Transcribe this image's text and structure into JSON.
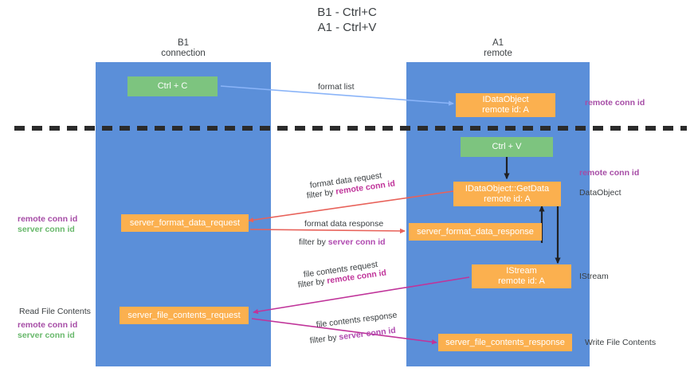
{
  "diagram": {
    "title_line1": "B1 - Ctrl+C",
    "title_line2": "A1 - Ctrl+V",
    "colors": {
      "lane": "#5b8fd9",
      "green_node": "#7dc47f",
      "orange_node": "#fbb04f",
      "purple_text": "#a64ca6",
      "magenta_text": "#c0349a",
      "green_text": "#68b86b",
      "divider": "#2b2b2b",
      "arrow_blue": "#8ab4f8",
      "arrow_red": "#e8625a",
      "arrow_magenta": "#c0349a",
      "arrow_dark": "#202124"
    },
    "columns": [
      {
        "name": "B1",
        "role": "connection"
      },
      {
        "name": "A1",
        "role": "remote"
      }
    ],
    "nodes": [
      {
        "id": "ctrl-c",
        "type": "green",
        "line1": "Ctrl + C",
        "line2": ""
      },
      {
        "id": "idataobject",
        "type": "orange",
        "line1": "IDataObject",
        "line2": "remote id: A"
      },
      {
        "id": "ctrl-v",
        "type": "green",
        "line1": "Ctrl + V",
        "line2": ""
      },
      {
        "id": "getdata",
        "type": "orange",
        "line1": "IDataObject::GetData",
        "line2": "remote id: A"
      },
      {
        "id": "server-format-data-request",
        "type": "orange",
        "line1": "server_format_data_request",
        "line2": ""
      },
      {
        "id": "server-format-data-response",
        "type": "orange",
        "line1": "server_format_data_response",
        "line2": ""
      },
      {
        "id": "istream",
        "type": "orange",
        "line1": "IStream",
        "line2": "remote id: A"
      },
      {
        "id": "server-file-contents-request",
        "type": "orange",
        "line1": "server_file_contents_request",
        "line2": ""
      },
      {
        "id": "server-file-contents-response",
        "type": "orange",
        "line1": "server_file_contents_response",
        "line2": ""
      }
    ],
    "edge_labels": {
      "format_list": "format list",
      "format_data_request": "format data request",
      "format_data_request_filter_prefix": "filter by ",
      "format_data_request_filter_key": "remote conn id",
      "format_data_response": "format data response",
      "format_data_response_filter_prefix": "filter by ",
      "format_data_response_filter_key": "server conn id",
      "file_contents_request": "file contents request",
      "file_contents_request_filter_prefix": "filter by ",
      "file_contents_request_filter_key": "remote conn id",
      "file_contents_response": "file contents response",
      "file_contents_response_filter_prefix": "filter by ",
      "file_contents_response_filter_key": "server conn id"
    },
    "side_labels": {
      "right_remote_conn_id_top": "remote conn id",
      "right_remote_conn_id_mid": "remote conn id",
      "right_dataobject": "DataObject",
      "right_istream": "IStream",
      "right_write_file_contents": "Write File Contents",
      "left_remote_conn_id_mid": "remote conn id",
      "left_server_conn_id_mid": "server conn id",
      "left_read_file_contents": "Read File Contents",
      "left_remote_conn_id_low": "remote conn id",
      "left_server_conn_id_low": "server conn id"
    }
  }
}
